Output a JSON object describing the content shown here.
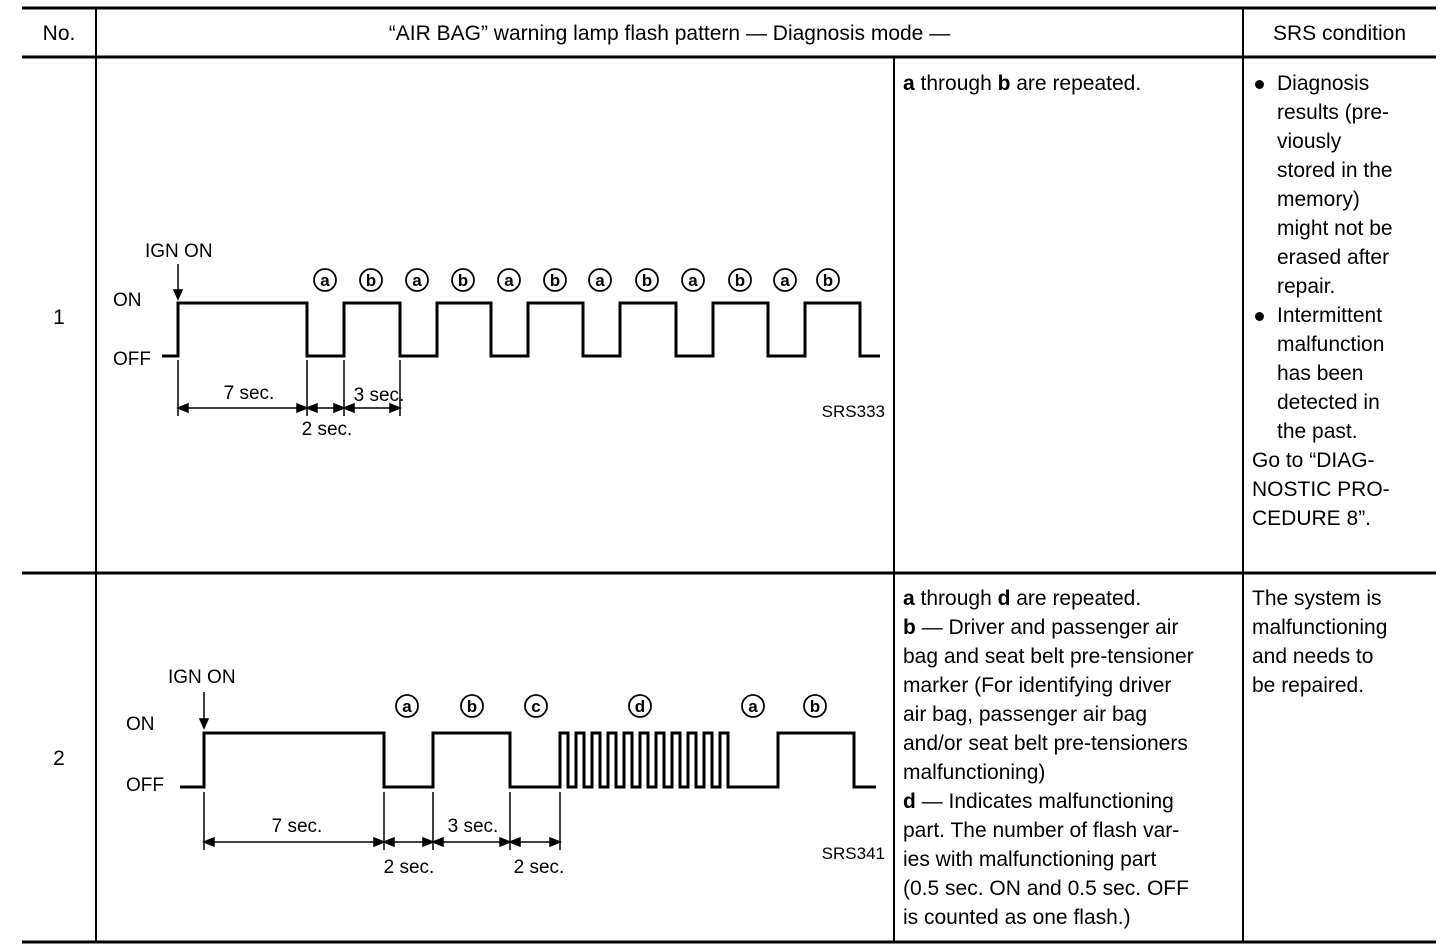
{
  "table": {
    "headers": {
      "no": "No.",
      "pattern": "“AIR BAG” warning lamp flash pattern — Diagnosis mode —",
      "condition": "SRS condition"
    },
    "rows": [
      {
        "no": "1",
        "figure": {
          "ign_label": "IGN ON",
          "on_label": "ON",
          "off_label": "OFF",
          "code": "SRS333",
          "flash_labels": [
            "a",
            "b",
            "a",
            "b",
            "a",
            "b",
            "a",
            "b",
            "a",
            "b",
            "a",
            "b"
          ],
          "timing": [
            "7 sec.",
            "2 sec.",
            "3 sec."
          ]
        },
        "description": {
          "lead_a": "a",
          "lead_mid": " through ",
          "lead_b": "b",
          "lead_end": " are repeated."
        },
        "condition": {
          "bullets": [
            "Diagnosis\nresults (pre-\nviously\nstored in the\nmemory)\nmight not be\nerased after\nrepair.",
            "Intermittent\nmalfunction\nhas been\ndetected in\nthe past."
          ],
          "note": "Go to “DIAG-\nNOSTIC PRO-\nCEDURE 8”."
        }
      },
      {
        "no": "2",
        "figure": {
          "ign_label": "IGN ON",
          "on_label": "ON",
          "off_label": "OFF",
          "code": "SRS341",
          "flash_labels": [
            "a",
            "b",
            "c",
            "d",
            "a",
            "b"
          ],
          "timing": [
            "7 sec.",
            "2 sec.",
            "3 sec.",
            "2 sec."
          ]
        },
        "description": {
          "lead_a": "a",
          "lead_mid": " through ",
          "lead_b": "d",
          "lead_end": " are repeated.",
          "b_key": "b",
          "b_text": " — Driver and passenger air\nbag and seat belt pre-tensioner\nmarker (For identifying driver\nair bag, passenger air bag\nand/or seat belt pre-tensioners\nmalfunctioning)",
          "d_key": "d",
          "d_text": " — Indicates malfunctioning\npart. The number of flash var-\nies with malfunctioning part\n(0.5 sec. ON and 0.5 sec. OFF\nis counted as one flash.)"
        },
        "condition": {
          "text": "The system is\nmalfunctioning\nand needs to\nbe repaired."
        }
      }
    ]
  }
}
